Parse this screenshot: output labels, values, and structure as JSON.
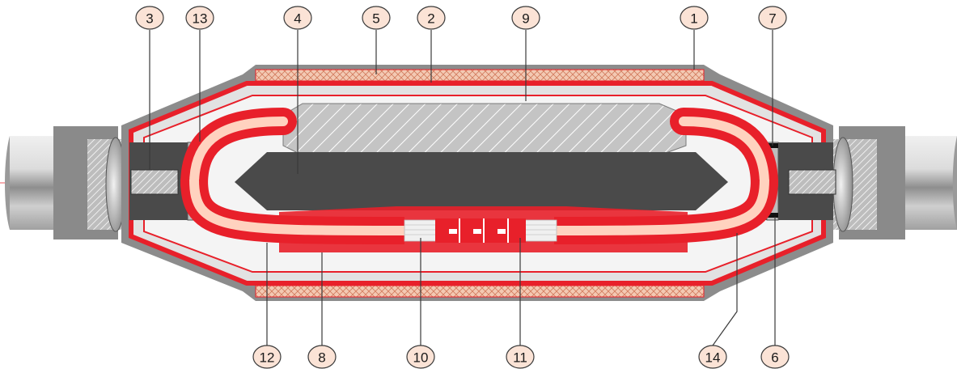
{
  "callouts": [
    {
      "id": "c3",
      "label": "3"
    },
    {
      "id": "c13",
      "label": "13"
    },
    {
      "id": "c4",
      "label": "4"
    },
    {
      "id": "c5",
      "label": "5"
    },
    {
      "id": "c2",
      "label": "2"
    },
    {
      "id": "c9",
      "label": "9"
    },
    {
      "id": "c1",
      "label": "1"
    },
    {
      "id": "c7",
      "label": "7"
    },
    {
      "id": "c12",
      "label": "12"
    },
    {
      "id": "c8",
      "label": "8"
    },
    {
      "id": "c10",
      "label": "10"
    },
    {
      "id": "c11",
      "label": "11"
    },
    {
      "id": "c14",
      "label": "14"
    },
    {
      "id": "c6",
      "label": "6"
    }
  ],
  "colors": {
    "red": "#e8202a",
    "dark_gray": "#4a4a4a",
    "mid_gray": "#8c8c8c",
    "light_gray": "#c8c8c8",
    "cable_light": "#d6d6d6",
    "callout_fill": "#fbe3d6"
  }
}
